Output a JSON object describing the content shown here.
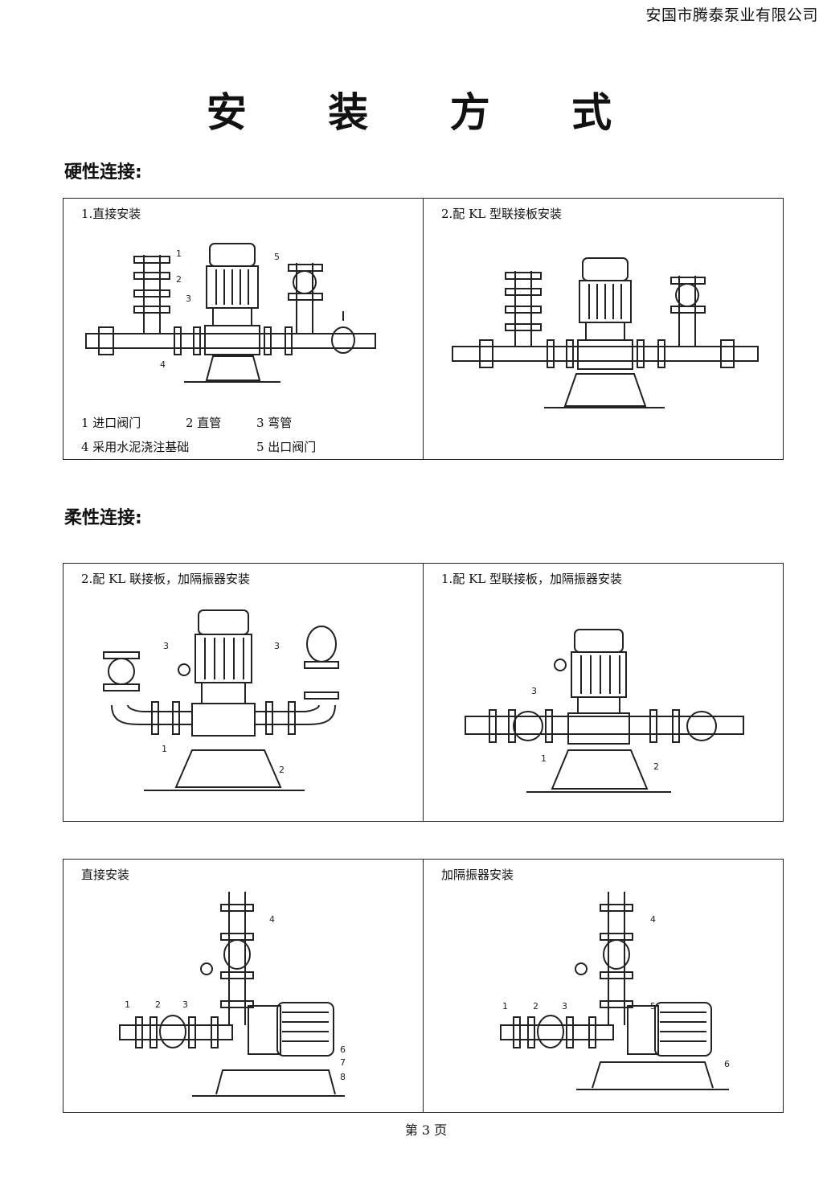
{
  "company_name": "安国市腾泰泵业有限公司",
  "title": "安 装 方 式",
  "sections": {
    "rigid": {
      "heading": "硬性连接:",
      "panels": [
        {
          "caption": "1.直接安装",
          "legend": {
            "item1": "1 进口阀门",
            "item2": "2 直管",
            "item3": "3 弯管",
            "item4": "4 采用水泥浇注基础",
            "item5": "5 出口阀门"
          },
          "callouts": [
            "1",
            "2",
            "3",
            "4",
            "5"
          ]
        },
        {
          "caption": "2.配 KL 型联接板安装"
        }
      ]
    },
    "flexible": {
      "heading": "柔性连接:",
      "panels_top": [
        {
          "caption": "2.配 KL 联接板，加隔振器安装",
          "callouts": [
            "3",
            "3",
            "1",
            "2"
          ]
        },
        {
          "caption": "1.配 KL 型联接板，加隔振器安装",
          "callouts": [
            "3",
            "1",
            "2"
          ]
        }
      ],
      "panels_bottom": [
        {
          "caption": "直接安装",
          "callouts": [
            "1",
            "2",
            "3",
            "4",
            "6",
            "7",
            "8"
          ]
        },
        {
          "caption": "加隔振器安装",
          "callouts": [
            "1",
            "2",
            "3",
            "4",
            "5",
            "6"
          ]
        }
      ]
    }
  },
  "page_number": "第 3 页"
}
